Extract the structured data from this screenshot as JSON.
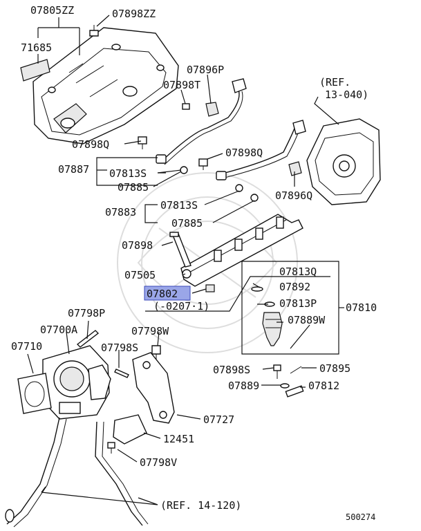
{
  "labels": {
    "p07805zz": "07805ZZ",
    "p07898zz": "07898ZZ",
    "p71685": "71685",
    "p07896p": "07896P",
    "p07898t": "07898T",
    "ref_13_040_line1": "(REF.",
    "ref_13_040_line2": "13-040)",
    "p07898q_left": "07898Q",
    "p07898q_right": "07898Q",
    "p07887": "07887",
    "p07813s_upper": "07813S",
    "p07885_upper": "07885",
    "p07896q": "07896Q",
    "p07813s_lower": "07813S",
    "p07883": "07883",
    "p07885_lower": "07885",
    "p07898": "07898",
    "p07813q": "07813Q",
    "p07505": "07505",
    "p07892": "07892",
    "p07802": "07802",
    "p07802_range": "(-0207·1)",
    "p07813p": "07813P",
    "p07810": "07810",
    "p07798p": "07798P",
    "p07889w": "07889W",
    "p07700a": "07700A",
    "p07798w": "07798W",
    "p07710": "07710",
    "p07798s": "07798S",
    "p07898s": "07898S",
    "p07895": "07895",
    "p07889": "07889",
    "p07812": "07812",
    "p07727": "07727",
    "p12451": "12451",
    "p07798v": "07798V",
    "ref_14_120": "(REF. 14-120)",
    "diagram_number": "500274"
  },
  "highlight": {
    "selected_part": "07802",
    "color": "#9aa6e8"
  }
}
